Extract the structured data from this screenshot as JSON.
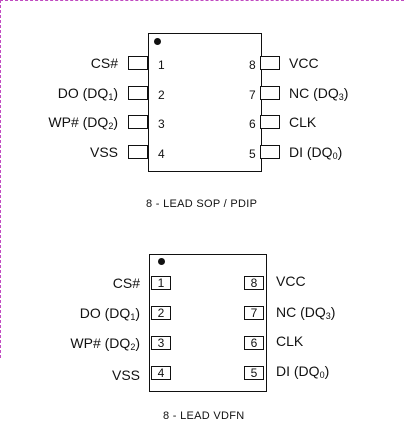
{
  "sop": {
    "caption": "8 - LEAD SOP / PDIP",
    "pins_left": [
      {
        "num": "1",
        "name": "CS#",
        "sub": "",
        "suffix": ""
      },
      {
        "num": "2",
        "name": "DO (DQ",
        "sub": "1",
        "suffix": ")"
      },
      {
        "num": "3",
        "name": "WP# (DQ",
        "sub": "2",
        "suffix": ")"
      },
      {
        "num": "4",
        "name": "VSS",
        "sub": "",
        "suffix": ""
      }
    ],
    "pins_right": [
      {
        "num": "8",
        "name": "VCC",
        "sub": "",
        "suffix": ""
      },
      {
        "num": "7",
        "name": "NC (DQ",
        "sub": "3",
        "suffix": ")"
      },
      {
        "num": "6",
        "name": "CLK",
        "sub": "",
        "suffix": ""
      },
      {
        "num": "5",
        "name": "DI (DQ",
        "sub": "0",
        "suffix": ")"
      }
    ]
  },
  "vdfn": {
    "caption": "8 - LEAD VDFN",
    "pins_left": [
      {
        "num": "1",
        "name": "CS#",
        "sub": "",
        "suffix": ""
      },
      {
        "num": "2",
        "name": "DO (DQ",
        "sub": "1",
        "suffix": ")"
      },
      {
        "num": "3",
        "name": "WP# (DQ",
        "sub": "2",
        "suffix": ")"
      },
      {
        "num": "4",
        "name": "VSS",
        "sub": "",
        "suffix": ""
      }
    ],
    "pins_right": [
      {
        "num": "8",
        "name": "VCC",
        "sub": "",
        "suffix": ""
      },
      {
        "num": "7",
        "name": "NC (DQ",
        "sub": "3",
        "suffix": ")"
      },
      {
        "num": "6",
        "name": "CLK",
        "sub": "",
        "suffix": ""
      },
      {
        "num": "5",
        "name": "DI (DQ",
        "sub": "0",
        "suffix": ")"
      }
    ]
  }
}
